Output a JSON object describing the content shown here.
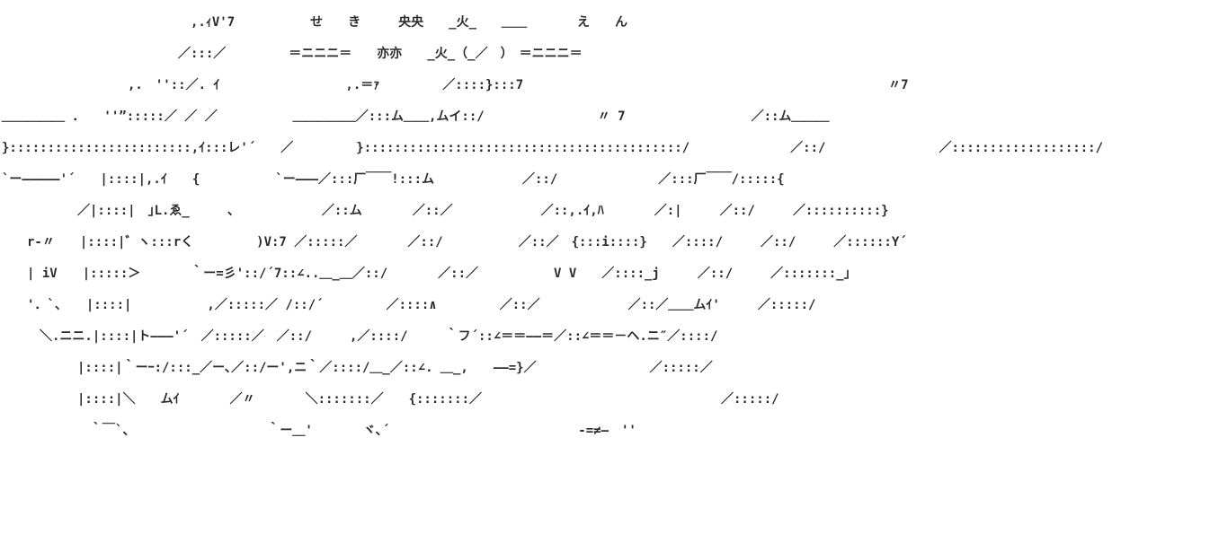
{
  "style": {
    "background": "#ffffff",
    "ink": "#2b2b2f"
  },
  "art": {
    "kind": "shift-jis-ascii-art",
    "description": "Large 2channel-style ASCII-art calligraphy drawn with slashes, colons and kana; decorated on top with small characters せ き, 央央 over 亦亦, _火_ over _火_（_／ ）, and え ん between ＝ニニニ＝ rules.",
    "top_labels": [
      "せ",
      "き",
      "央央",
      "亦亦",
      "_火_",
      "え",
      "ん",
      "＝ニニニ＝"
    ],
    "lines": [
      "　　　　　　　　　　　　　　　,.ｨV'7　　　　　　せ　　き　　　央央　　_火_　　＿＿　　　　え　　ん",
      "　　　　　　　　　　　　　　／:::／　　　　　＝ニニニ＝　　亦亦　　_火_（_／　）　＝ニニニ＝",
      "　　　　　　　　　　,.　''::／. ｲ　　　　　　　　　　,.＝ｧ　　　　　／::::}:::7　　　　　　　　　　　　　　　　　　　　　　　　　　　　　〃7",
      "＿＿＿＿＿ ．　　''”:::::／ ／ ／　　　　　　＿＿＿＿＿／:::ム＿＿,ムイ::/　　　　　　　　　〃 7　　　　　　　　　　／::ム＿＿＿",
      "}::::::::::::::::::::::::,ｲ:::レ'´　　／　　　　　}::::::::::::::::::::::::::::::::::::::::::/　　　　　　　　／::/　　　　　　　　　／:::::::::::::::::::/",
      "`ー―――――'´　　|::::|,.ｲ　　{　　　　　　`ー―――／:::厂￣￣!:::ム　　　　　　　／::/　　　　　　　　／:::厂￣￣/:::::{",
      "　　　　　　／|::::|　｣L.ゑ_　　　、　　　　　　　／::ム　　　　／::／　　　　　　　／::,.ｲ,ﾊ　　　　／:|　　　／::/　　　／::::::::::}",
      "　　r-〃　　|::::|゛ヽ:::rく　　　　　)V:7 ／:::::／　　　　／::/　　　　　　／::／　{:::i::::}　　／::::/　　　／::/　　　／::::::Y´",
      "　　| iV　　|:::::＞　　　　｀ー=彡'::/´7::∠..＿_＿／::/　　　　／::／　　　　　　V V　　／::::_j　　　／::/　　　／:::::::_」",
      "　　'．`、　　|::::|　　　　　　,／:::::／ /::/´　　　　　／::::∧　　　　　／::／　　　　　　　／::／＿＿ムｲ'　　　／:::::/",
      "　　　＼.ニニ.|::::|ト―――'´　／:::::／　／::/　　　,／::::/　　　｀フ´::∠＝＝――＝／::∠＝＝－ヘ.ニ″／::::/",
      "　　　　　　|::::|｀ーｰ:/:::_／ー､／::/ー',ニ｀／::::/＿_／::∠. ＿_,　　――=}／　　　　　　　　　／:::::／",
      "　　　　　　|::::|＼　　ムｲ　　　　／〃　　　　＼:::::::／　　{:::::::／　　　　　　　　　　　　　　　　　　　／:::::/",
      "　　　　　　　｀￣`、　　　　　　　　　　　｀ー＿'　　　　ヾ､´　　　　　　　　　　　　　　　-=≠―　''"
    ]
  }
}
